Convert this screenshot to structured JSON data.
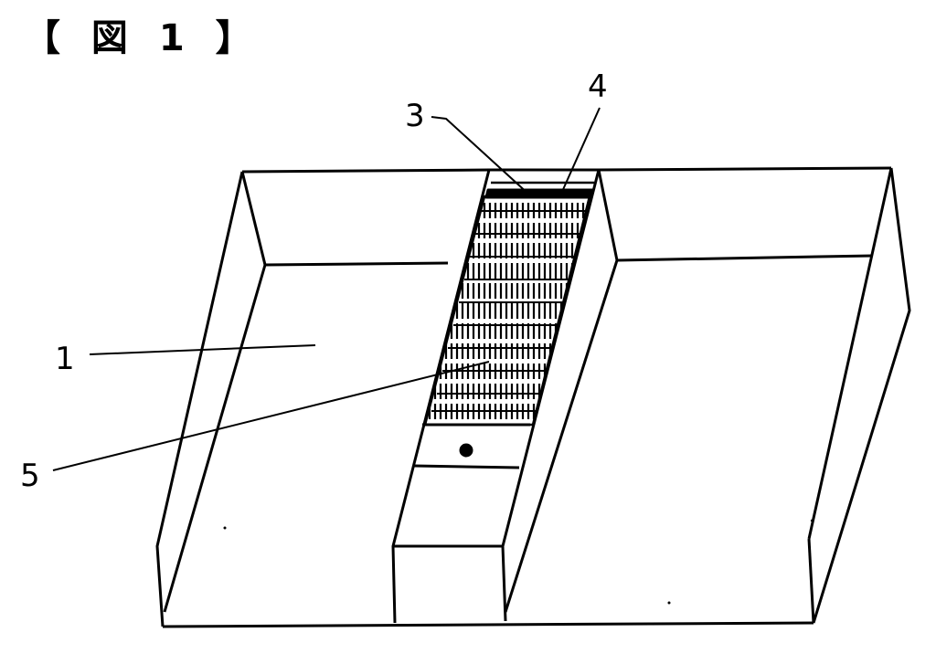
{
  "figure": {
    "title": "【 図 1 】"
  },
  "labels": {
    "tray": "1",
    "lid": "3",
    "ridge": "4",
    "grid": "5"
  },
  "colors": {
    "ink": "#000000",
    "paper": "#ffffff"
  }
}
